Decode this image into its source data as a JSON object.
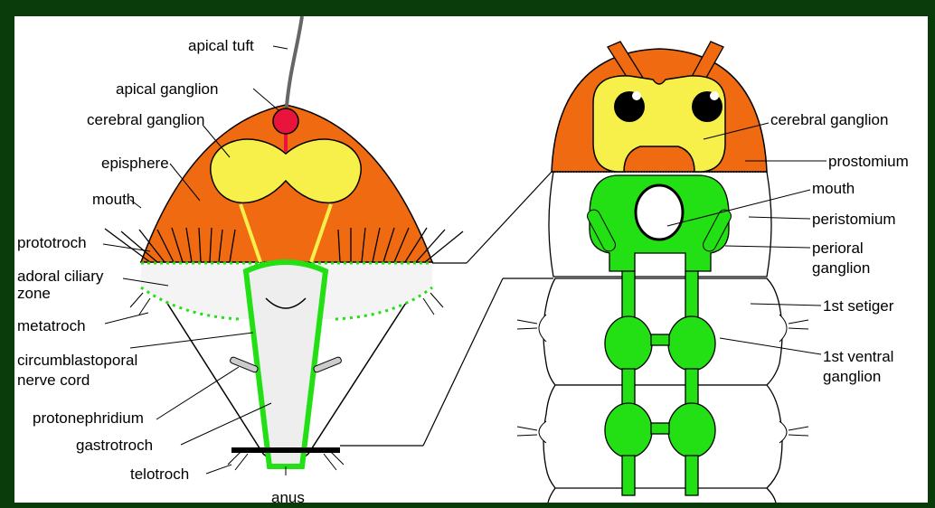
{
  "colors": {
    "background_frame": "#0a3b0a",
    "episphere": "#f06a12",
    "ganglion": "#f8f04a",
    "apical_ganglion": "#e8143c",
    "nervous_green": "#22e014",
    "ciliary_zone": "#f4f4f4",
    "outline": "#000000"
  },
  "left_figure": {
    "labels": {
      "apical_tuft": "apical tuft",
      "apical_ganglion": "apical ganglion",
      "cerebral_ganglion": "cerebral ganglion",
      "episphere": "episphere",
      "mouth": "mouth",
      "prototroch": "prototroch",
      "adoral_ciliary_zone_line1": "adoral ciliary",
      "adoral_ciliary_zone_line2": "zone",
      "metatroch": "metatroch",
      "circumblastoporal_line1": "circumblastoporal",
      "circumblastoporal_line2": "nerve cord",
      "protonephridium": "protonephridium",
      "gastrotroch": "gastrotroch",
      "telotroch": "telotroch",
      "anus": "anus"
    }
  },
  "right_figure": {
    "labels": {
      "cerebral_ganglion": "cerebral ganglion",
      "prostomium": "prostomium",
      "mouth": "mouth",
      "peristomium": "peristomium",
      "perioral_ganglion_line1": "perioral",
      "perioral_ganglion_line2": "ganglion",
      "first_setiger": "1st setiger",
      "first_ventral_ganglion_line1": "1st ventral",
      "first_ventral_ganglion_line2": "ganglion"
    }
  }
}
